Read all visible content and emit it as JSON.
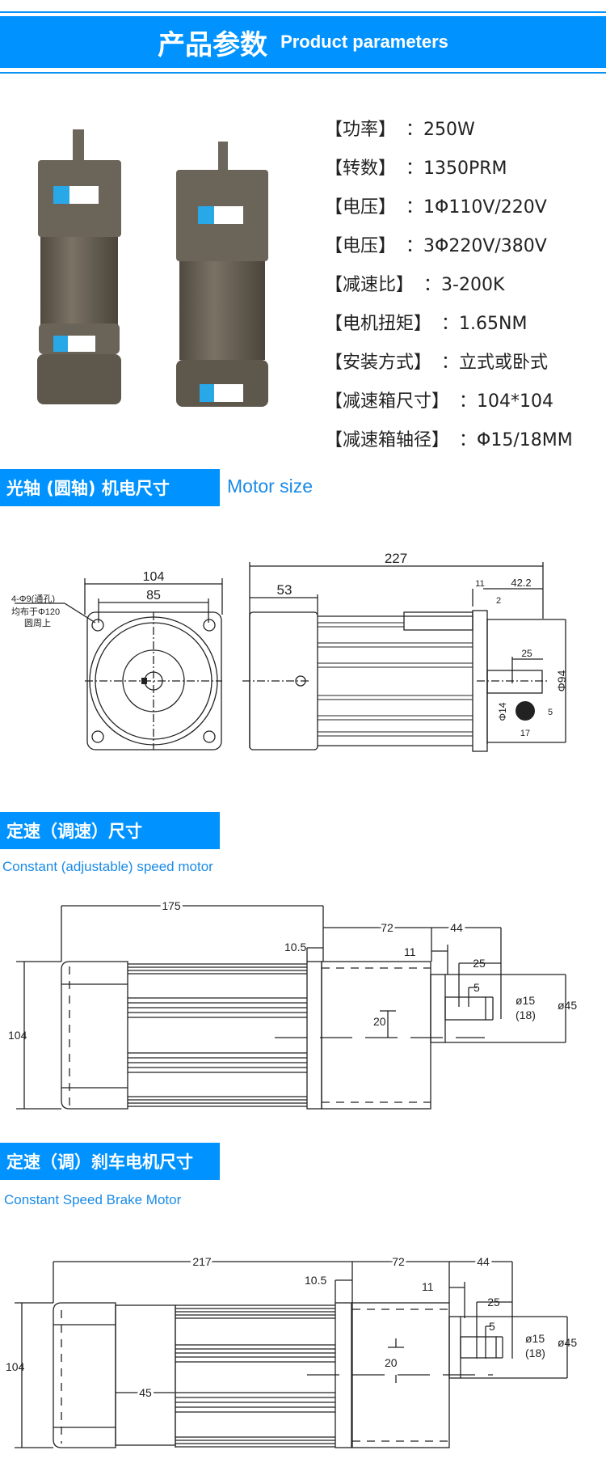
{
  "header": {
    "title_zh": "产品参数",
    "title_en": "Product parameters"
  },
  "specs": [
    {
      "label": "【功率】",
      "value": "：250W"
    },
    {
      "label": "【转数】",
      "value": "：1350PRM"
    },
    {
      "label": "【电压】",
      "value": "：1Φ110V/220V"
    },
    {
      "label": "【电压】",
      "value": "：3Φ220V/380V"
    },
    {
      "label": "【减速比】",
      "value": "：3-200K"
    },
    {
      "label": "【电机扭矩】",
      "value": "：1.65NM"
    },
    {
      "label": "【安装方式】",
      "value": "：立式或卧式"
    },
    {
      "label": "【减速箱尺寸】",
      "value": "：104*104"
    },
    {
      "label": "【减速箱轴径】",
      "value": "：Φ15/18MM"
    }
  ],
  "section_motor_size": {
    "title": "光轴 (圆轴) 机电尺寸",
    "subtitle": "Motor size",
    "front": {
      "width": "104",
      "hole_span": "85",
      "note1": "4-Φ9(通孔)",
      "note2": "均布于Φ120",
      "note3": "圆周上"
    },
    "side": {
      "total": "227",
      "end": "53",
      "flange": "11",
      "shaft": "42.2",
      "gap": "2",
      "key": "25",
      "dia": "Φ94",
      "shaft_dia": "Φ14",
      "key_w": "5",
      "key_h": "17"
    }
  },
  "section_constant": {
    "title": "定速（调速）尺寸",
    "subtitle": "Constant (adjustable) speed motor",
    "dims": {
      "total": "175",
      "gear": "72",
      "shaft": "44",
      "flange": "10.5",
      "boss": "11",
      "key": "25",
      "key_w": "5",
      "shaft_dia": "ø15",
      "shaft_dia2": "(18)",
      "boss_dia": "ø45",
      "offset": "20",
      "height": "104"
    }
  },
  "section_brake": {
    "title": "定速（调）刹车电机尺寸",
    "subtitle": "Constant Speed Brake Motor",
    "dims": {
      "total": "217",
      "gear": "72",
      "shaft": "44",
      "flange": "10.5",
      "boss": "11",
      "key": "25",
      "key_w": "5",
      "shaft_dia": "ø15",
      "shaft_dia2": "(18)",
      "boss_dia": "ø45",
      "offset": "20",
      "height": "104",
      "brake": "45"
    }
  },
  "colors": {
    "accent": "#0093ff",
    "motor": "#6e665a"
  }
}
